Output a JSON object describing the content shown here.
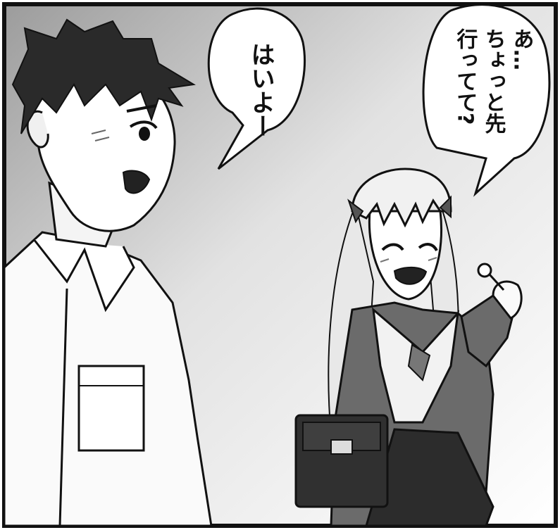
{
  "panel": {
    "bubble_left": {
      "lines": [
        "はいよー"
      ]
    },
    "bubble_right": {
      "lines": [
        "あ…",
        "ちょっと先",
        "行ってて?"
      ]
    }
  },
  "characters": {
    "boy": {
      "description_icon": "boy-character"
    },
    "girl": {
      "description_icon": "girl-character"
    }
  },
  "colors": {
    "ink": "#111111",
    "paper": "#ffffff",
    "tone_light": "#e6e6e6",
    "tone_mid": "#9a9a9a",
    "tone_dark": "#3a3a3a"
  }
}
